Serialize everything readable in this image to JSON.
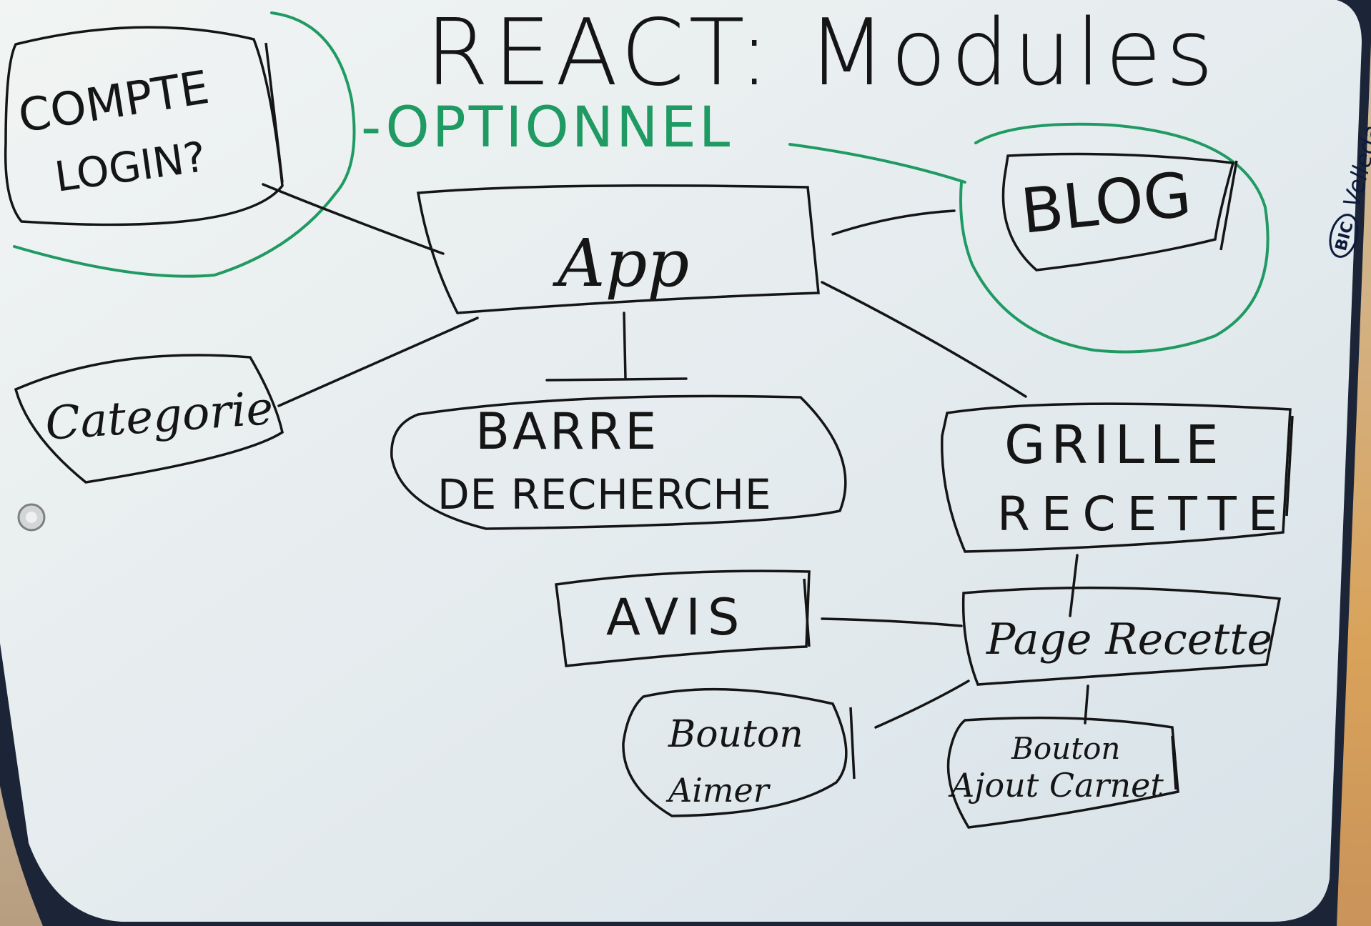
{
  "title": "REACT: Modules",
  "optional_label": "-OPTIONNEL",
  "brand": {
    "logo": "BIC",
    "name": "Velleda"
  },
  "nodes": {
    "compte_login": {
      "line1": "COMPTE",
      "line2": "LOGIN?"
    },
    "app": {
      "label": "App"
    },
    "blog": {
      "label": "BLOG"
    },
    "categorie": {
      "label": "Categorie"
    },
    "barre_recherche": {
      "line1": "BARRE",
      "line2": "DE RECHERCHE"
    },
    "grille_recette": {
      "line1": "GRILLE",
      "line2": "RECETTE"
    },
    "avis": {
      "label": "AVIS"
    },
    "page_recette": {
      "label": "Page Recette"
    },
    "bouton_aimer": {
      "line1": "Bouton",
      "line2": "Aimer"
    },
    "bouton_ajout_carnet": {
      "line1": "Bouton",
      "line2": "Ajout Carnet"
    }
  },
  "colors": {
    "marker_black": "#151515",
    "marker_green": "#1f9a63",
    "board_surface": "#eef2f3",
    "board_frame": "#1c2538"
  }
}
